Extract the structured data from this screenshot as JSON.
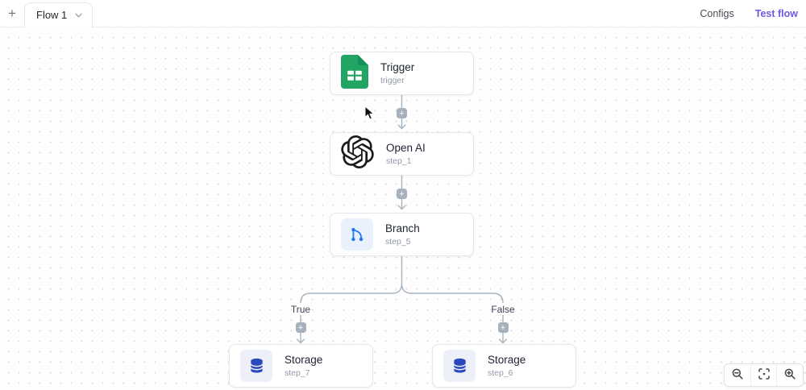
{
  "topbar": {
    "new_tab_glyph": "+",
    "tab_label": "Flow 1",
    "configs_label": "Configs",
    "test_flow_label": "Test flow"
  },
  "flow": {
    "nodes": [
      {
        "id": "trigger",
        "title": "Trigger",
        "subtitle": "trigger",
        "icon": "google-sheets-icon"
      },
      {
        "id": "step_1",
        "title": "Open AI",
        "subtitle": "step_1",
        "icon": "openai-icon"
      },
      {
        "id": "step_5",
        "title": "Branch",
        "subtitle": "step_5",
        "icon": "branch-icon"
      },
      {
        "id": "step_7",
        "title": "Storage",
        "subtitle": "step_7",
        "icon": "storage-icon"
      },
      {
        "id": "step_6",
        "title": "Storage",
        "subtitle": "step_6",
        "icon": "storage-icon"
      }
    ],
    "branch_labels": {
      "true_label": "True",
      "false_label": "False"
    },
    "edge_add_glyph": "+"
  },
  "zoom_controls": {
    "zoom_out_icon": "magnifier-minus-icon",
    "fit_view_icon": "fit-view-icon",
    "zoom_in_icon": "magnifier-plus-icon"
  },
  "colors": {
    "accent_purple": "#6e56e0",
    "edge_gray": "#a9b3c0",
    "sheets_green": "#21a464",
    "branch_blue": "#2277f2",
    "storage_blue": "#2b47bd"
  }
}
